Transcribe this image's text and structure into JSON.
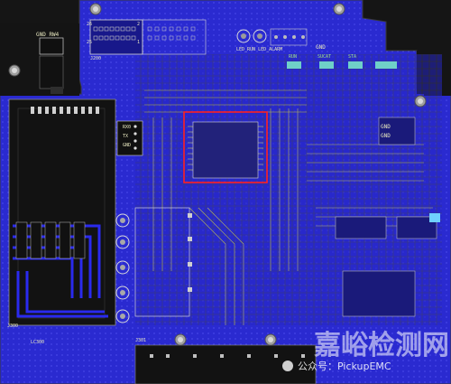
{
  "silkscreen": {
    "gnd_rw4": "GND   RW4",
    "j300": "J300",
    "j301": "J301",
    "led_labels": "LED_RUN LED_ALARM",
    "gnd_top": "GND",
    "run": "RUN",
    "sucat": "SUCAT",
    "sta": "STA",
    "gnd_right1": "GND",
    "gnd_right2": "GND",
    "rx0": "RX0",
    "t3": "TX",
    "gnd_left": "GND",
    "lc300": "LC300",
    "j200": "J200",
    "j26": "26",
    "j25": "25",
    "j2": "2",
    "j1": "1"
  },
  "watermark": {
    "title": "嘉峪检测网",
    "subtitle": "公众号：PickupEMC"
  },
  "colors": {
    "board_bg": "#1f1f8a",
    "copper_pour": "#2323c8",
    "trace": "#c8c840",
    "highlight_box": "#ff2020",
    "outline": "#101010"
  }
}
